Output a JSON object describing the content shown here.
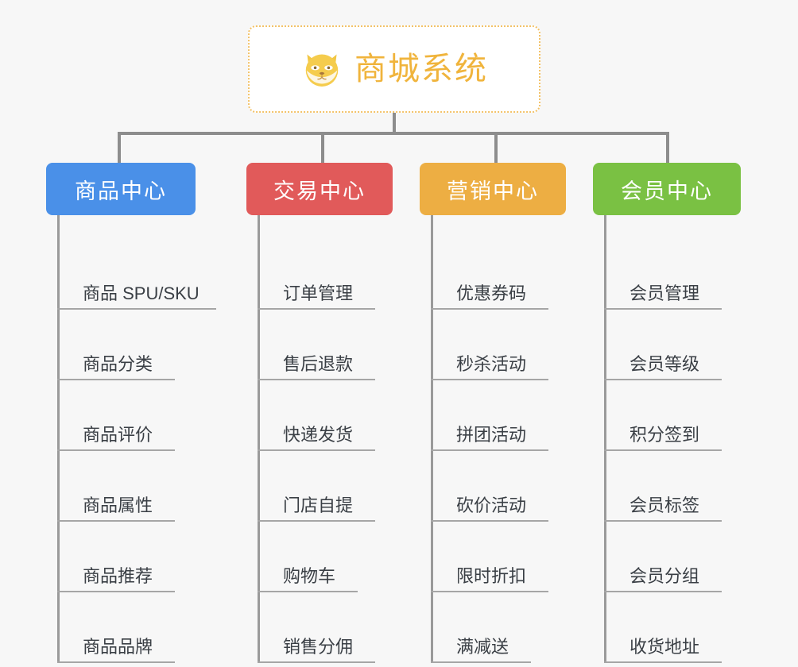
{
  "page": {
    "background_color": "#f7f7f7",
    "line_color": "#8d8d8d"
  },
  "root": {
    "title": "商城系统",
    "icon": "shiba-dog-face-emoji",
    "border_color": "#f3c268",
    "text_color": "#f0b43c",
    "background_color": "#ffffff"
  },
  "categories": [
    {
      "label": "商品中心",
      "color": "#4a90e8",
      "items": [
        {
          "label": "商品 SPU/SKU",
          "underline_width": 200
        },
        {
          "label": "商品分类",
          "underline_width": 148
        },
        {
          "label": "商品评价",
          "underline_width": 148
        },
        {
          "label": "商品属性",
          "underline_width": 148
        },
        {
          "label": "商品推荐",
          "underline_width": 148
        },
        {
          "label": "商品品牌",
          "underline_width": 148
        }
      ]
    },
    {
      "label": "交易中心",
      "color": "#e15a5a",
      "items": [
        {
          "label": "订单管理",
          "underline_width": 148
        },
        {
          "label": "售后退款",
          "underline_width": 148
        },
        {
          "label": "快递发货",
          "underline_width": 148
        },
        {
          "label": "门店自提",
          "underline_width": 148
        },
        {
          "label": "购物车",
          "underline_width": 126
        },
        {
          "label": "销售分佣",
          "underline_width": 148
        }
      ]
    },
    {
      "label": "营销中心",
      "color": "#edae43",
      "items": [
        {
          "label": "优惠券码",
          "underline_width": 148
        },
        {
          "label": "秒杀活动",
          "underline_width": 148
        },
        {
          "label": "拼团活动",
          "underline_width": 148
        },
        {
          "label": "砍价活动",
          "underline_width": 148
        },
        {
          "label": "限时折扣",
          "underline_width": 148
        },
        {
          "label": "满减送",
          "underline_width": 126
        }
      ]
    },
    {
      "label": "会员中心",
      "color": "#7ac143",
      "items": [
        {
          "label": "会员管理",
          "underline_width": 148
        },
        {
          "label": "会员等级",
          "underline_width": 148
        },
        {
          "label": "积分签到",
          "underline_width": 148
        },
        {
          "label": "会员标签",
          "underline_width": 148
        },
        {
          "label": "会员分组",
          "underline_width": 148
        },
        {
          "label": "收货地址",
          "underline_width": 148
        }
      ]
    }
  ]
}
